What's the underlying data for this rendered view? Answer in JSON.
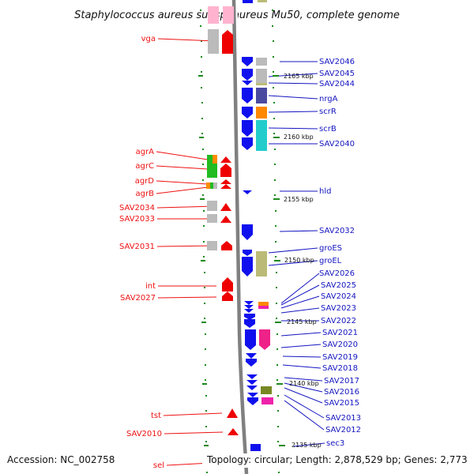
{
  "title": "Staphylococcus aureus subsp. aureus Mu50, complete genome",
  "footer": {
    "accession": "Accession: NC_002758",
    "topology": "Topology: circular; Length: 2,878,529 bp; Genes: 2,773"
  },
  "colors": {
    "left_label": "#ee1111",
    "right_label": "#1515c0",
    "backbone": "#808080",
    "tick": "#1a8a1a"
  },
  "kbp_labels": [
    "2165 kbp",
    "2160 kbp",
    "2155 kbp",
    "2150 kbp",
    "2145 kbp",
    "2140 kbp",
    "2135 kbp"
  ],
  "left_genes": [
    "vga",
    "agrA",
    "agrC",
    "agrD",
    "agrB",
    "SAV2034",
    "SAV2033",
    "SAV2031",
    "int",
    "SAV2027",
    "tst",
    "SAV2010",
    "sel"
  ],
  "right_genes": [
    "SAV2046",
    "SAV2045",
    "SAV2044",
    "nrgA",
    "scrR",
    "scrB",
    "SAV2040",
    "hld",
    "SAV2032",
    "groES",
    "groEL",
    "SAV2026",
    "SAV2025",
    "SAV2024",
    "SAV2023",
    "SAV2022",
    "SAV2021",
    "SAV2020",
    "SAV2019",
    "SAV2018",
    "SAV2017",
    "SAV2016",
    "SAV2015",
    "SAV2013",
    "SAV2012",
    "sec3"
  ]
}
